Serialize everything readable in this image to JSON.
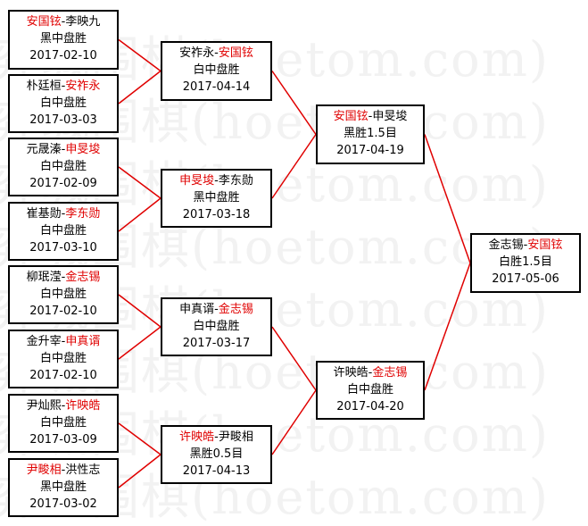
{
  "watermark": {
    "lines": [
      "弈城围棋(hoetom.com)",
      "弈城围棋(hoetom.com)",
      "弈城围棋(hoetom.com)",
      "弈城围棋(hoetom.com)",
      "弈城围棋(hoetom.com)",
      "弈城围棋(hoetom.com)",
      "弈城围棋(hoetom.com)",
      "弈城围棋(hoetom.com)"
    ]
  },
  "colors": {
    "winner": "#e00000",
    "connector": "#e00000",
    "border": "#000000"
  },
  "matches": [
    {
      "id": "r1m1",
      "p1": "安国铉",
      "p2": "李映九",
      "winner": "p1",
      "result": "黑中盘胜",
      "date": "2017-02-10"
    },
    {
      "id": "r1m2",
      "p1": "朴廷桓",
      "p2": "安祚永",
      "winner": "p2",
      "result": "白中盘胜",
      "date": "2017-03-03"
    },
    {
      "id": "r1m3",
      "p1": "元晟溱",
      "p2": "申旻埈",
      "winner": "p2",
      "result": "白中盘胜",
      "date": "2017-02-09"
    },
    {
      "id": "r1m4",
      "p1": "崔基勋",
      "p2": "李东勋",
      "winner": "p2",
      "result": "白中盘胜",
      "date": "2017-03-10"
    },
    {
      "id": "r1m5",
      "p1": "柳珉滢",
      "p2": "金志锡",
      "winner": "p2",
      "result": "白中盘胜",
      "date": "2017-02-10"
    },
    {
      "id": "r1m6",
      "p1": "金升宰",
      "p2": "申真谞",
      "winner": "p2",
      "result": "白中盘胜",
      "date": "2017-02-10"
    },
    {
      "id": "r1m7",
      "p1": "尹灿熙",
      "p2": "许映皓",
      "winner": "p2",
      "result": "白中盘胜",
      "date": "2017-03-09"
    },
    {
      "id": "r1m8",
      "p1": "尹畯相",
      "p2": "洪性志",
      "winner": "p1",
      "result": "黑中盘胜",
      "date": "2017-03-02"
    },
    {
      "id": "r2m1",
      "p1": "安祚永",
      "p2": "安国铉",
      "winner": "p2",
      "result": "白中盘胜",
      "date": "2017-04-14"
    },
    {
      "id": "r2m2",
      "p1": "申旻埈",
      "p2": "李东勋",
      "winner": "p1",
      "result": "黑中盘胜",
      "date": "2017-03-18"
    },
    {
      "id": "r2m3",
      "p1": "申真谞",
      "p2": "金志锡",
      "winner": "p2",
      "result": "白中盘胜",
      "date": "2017-03-17"
    },
    {
      "id": "r2m4",
      "p1": "许映皓",
      "p2": "尹畯相",
      "winner": "p1",
      "result": "黑胜0.5目",
      "date": "2017-04-13"
    },
    {
      "id": "r3m1",
      "p1": "安国铉",
      "p2": "申旻埈",
      "winner": "p1",
      "result": "黑胜1.5目",
      "date": "2017-04-19"
    },
    {
      "id": "r3m2",
      "p1": "许映皓",
      "p2": "金志锡",
      "winner": "p2",
      "result": "白中盘胜",
      "date": "2017-04-20"
    },
    {
      "id": "final",
      "p1": "金志锡",
      "p2": "安国铉",
      "winner": "p2",
      "result": "白胜1.5目",
      "date": "2017-05-06"
    }
  ]
}
